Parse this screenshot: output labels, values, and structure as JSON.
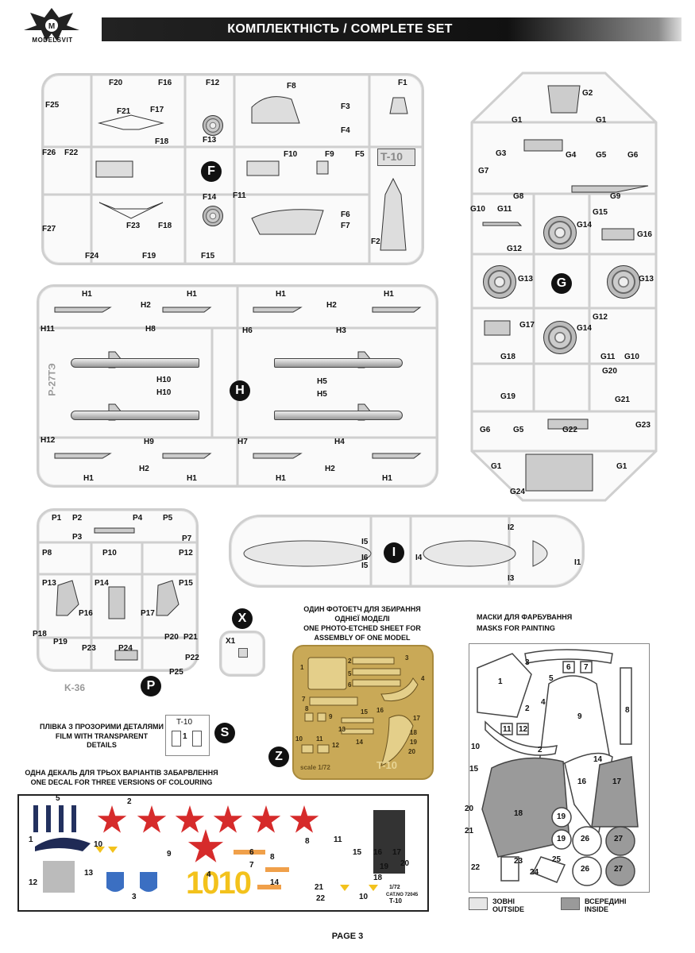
{
  "header": {
    "title": "КОМПЛЕКТНІСТЬ / COMPLETE SET",
    "logo_text": "MODELSVIT"
  },
  "sprue_F": {
    "letter": "F",
    "parts": [
      "F20",
      "F16",
      "F12",
      "F8",
      "F1",
      "F25",
      "F21",
      "F17",
      "F3",
      "F4",
      "F18",
      "F13",
      "F26",
      "F22",
      "F10",
      "F9",
      "F5",
      "T-10",
      "F14",
      "F11",
      "F27",
      "F23",
      "F18",
      "F6",
      "F7",
      "F2",
      "F24",
      "F19",
      "F15"
    ]
  },
  "sprue_G": {
    "letter": "G",
    "parts": [
      "G2",
      "G1",
      "G1",
      "G3",
      "G4",
      "G5",
      "G6",
      "G7",
      "G8",
      "G9",
      "G10",
      "G11",
      "G15",
      "G14",
      "G16",
      "G12",
      "G13",
      "G13",
      "G12",
      "G17",
      "G14",
      "G18",
      "G11",
      "G10",
      "G20",
      "G19",
      "G21",
      "G6",
      "G5",
      "G22",
      "G23",
      "G1",
      "G1",
      "G24"
    ]
  },
  "sprue_H": {
    "letter": "H",
    "parts": [
      "H1",
      "H2",
      "H1",
      "H1",
      "H2",
      "H1",
      "H11",
      "H8",
      "H6",
      "H3",
      "H10",
      "H5",
      "H10",
      "H5",
      "H12",
      "H9",
      "H7",
      "H4",
      "H1",
      "H2",
      "H1",
      "H1",
      "H2",
      "H1"
    ],
    "side_tag": "P-27TЭ"
  },
  "sprue_P": {
    "letter": "P",
    "parts": [
      "P1",
      "P2",
      "P3",
      "P4",
      "P5",
      "P7",
      "P8",
      "P10",
      "P12",
      "P13",
      "P14",
      "P15",
      "P16",
      "P17",
      "P18",
      "P19",
      "P20",
      "P21",
      "P23",
      "P24",
      "P22",
      "P25"
    ],
    "tag": "K-36"
  },
  "sprue_I": {
    "letter": "I",
    "parts": [
      "I5",
      "I6",
      "I5",
      "I4",
      "I2",
      "I3",
      "I1"
    ]
  },
  "sprue_X": {
    "letter": "X",
    "parts": [
      "X1"
    ]
  },
  "pe_sheet": {
    "caption": [
      "ОДИН ФОТОЕТЧ ДЛЯ ЗБИРАННЯ",
      "ОДНІЄЇ МОДЕЛІ",
      "ONE PHOTO-ETCHED SHEET FOR",
      "ASSEMBLY OF ONE MODEL"
    ],
    "letter": "Z",
    "scale": "scale 1/72",
    "brand": "T-10",
    "parts": [
      "1",
      "2",
      "3",
      "4",
      "5",
      "6",
      "7",
      "8",
      "9",
      "10",
      "11",
      "12",
      "13",
      "14",
      "15",
      "16",
      "17",
      "18",
      "19",
      "20"
    ]
  },
  "film": {
    "caption": [
      "ПЛІВКА З ПРОЗОРИМИ ДЕТАЛЯМИ",
      "FILM WITH TRANSPARENT DETAILS"
    ],
    "letter": "S",
    "tag": "T-10",
    "part": "1"
  },
  "decal": {
    "caption": [
      "ОДНА ДЕКАЛЬ ДЛЯ ТРЬОХ ВАРІАНТІВ ЗАБАРВЛЕННЯ",
      "ONE DECAL FOR THREE VERSIONS OF COLOURING"
    ],
    "numbers": [
      "5",
      "2",
      "1",
      "10",
      "9",
      "4",
      "3",
      "13",
      "12",
      "6",
      "8",
      "7",
      "8",
      "11",
      "16",
      "17",
      "18",
      "15",
      "19",
      "20",
      "14",
      "21",
      "22",
      "10"
    ],
    "big_number": "1010",
    "scale": "1/72",
    "cat": "CAT.NO 72045",
    "brand": "T-10",
    "colors": {
      "red": "#d62b2b",
      "yellow": "#f3c21c",
      "blue": "#3b6fc2"
    }
  },
  "masks": {
    "caption": [
      "МАСКИ ДЛЯ ФАРБУВАННЯ",
      "MASKS FOR PAINTING"
    ],
    "parts": [
      "3",
      "6",
      "7",
      "5",
      "1",
      "4",
      "2",
      "9",
      "8",
      "11",
      "12",
      "2",
      "10",
      "14",
      "15",
      "16",
      "17",
      "20",
      "18",
      "19",
      "21",
      "19",
      "26",
      "27",
      "23",
      "25",
      "22",
      "24",
      "26",
      "27"
    ],
    "legend": [
      {
        "label": "ЗОВНІ\nOUTSIDE",
        "color": "#e6e6e6"
      },
      {
        "label": "ВСЕРЕДИНІ\nINSIDE",
        "color": "#9a9a9a"
      }
    ]
  },
  "footer": "PAGE 3"
}
